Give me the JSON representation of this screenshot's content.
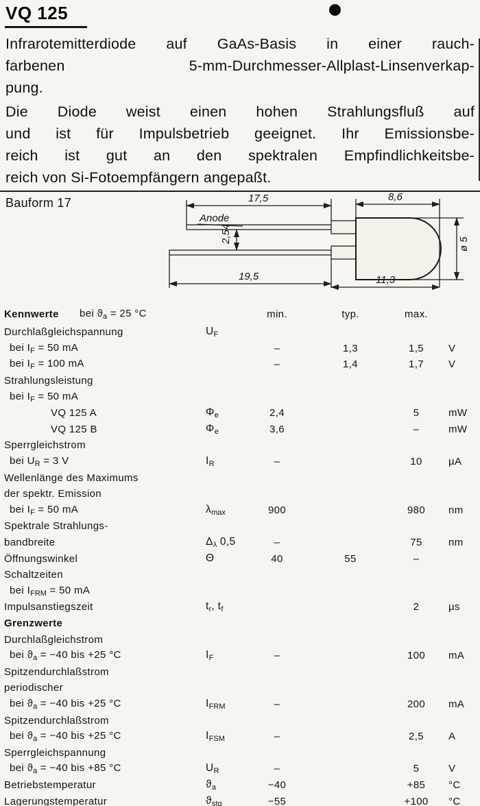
{
  "header": {
    "title": "VQ 125"
  },
  "icons": {
    "corner_dot": "filled-circle-marker"
  },
  "intro": {
    "paragraphs": [
      {
        "lines": [
          "Infrarotemitterdiode auf GaAs-Basis in einer rauch-",
          "farbenen 5-mm-Durchmesser-Allplast-Linsenverkap-",
          "pung."
        ]
      },
      {
        "lines": [
          "Die Diode weist einen hohen Strahlungsfluß auf",
          "und ist für Impulsbetrieb geeignet. Ihr Emissionsbe-",
          "reich ist gut an den spektralen Empfindlichkeitsbe-",
          "reich von Si-Fotoempfängern angepaßt."
        ]
      }
    ]
  },
  "drawing": {
    "caption": "Bauform 17",
    "dims": {
      "w175": "17,5",
      "w86": "8,6",
      "h254": "2,54",
      "w195": "19,5",
      "w113": "11,3",
      "dia": "ø 5",
      "anode": "Anode"
    }
  },
  "table": {
    "header": {
      "section": "Kennwerte",
      "condition": "bei ϑ~a~ = 25 °C",
      "min": "min.",
      "typ": "typ.",
      "max": "max."
    },
    "rows": [
      {
        "label": "Durchlaßgleichspannung",
        "symbol": "U~F~"
      },
      {
        "label": "bei I~F~ = 50 mA",
        "indent": 1,
        "min": "–",
        "typ": "1,3",
        "max": "1,5",
        "unit": "V"
      },
      {
        "label": "bei I~F~ = 100 mA",
        "indent": 1,
        "min": "–",
        "typ": "1,4",
        "max": "1,7",
        "unit": "V"
      },
      {
        "label": "Strahlungsleistung"
      },
      {
        "label": "bei I~F~ = 50 mA",
        "indent": 1
      },
      {
        "label": "VQ 125 A",
        "indent": 2,
        "symbol": "Φ~e~",
        "min": "2,4",
        "max": "5",
        "unit": "mW"
      },
      {
        "label": "VQ 125 B",
        "indent": 2,
        "symbol": "Φ~e~",
        "min": "3,6",
        "max": "–",
        "unit": "mW"
      },
      {
        "label": "Sperrgleichstrom"
      },
      {
        "label": "bei U~R~ = 3 V",
        "indent": 1,
        "symbol": "I~R~",
        "min": "–",
        "max": "10",
        "unit": "µA"
      },
      {
        "label": "Wellenlänge des Maximums"
      },
      {
        "label": "der spektr. Emission"
      },
      {
        "label": "bei I~F~ = 50 mA",
        "indent": 1,
        "symbol": "λ~max~",
        "min": "900",
        "max": "980",
        "unit": "nm"
      },
      {
        "label": "Spektrale Strahlungs-"
      },
      {
        "label": "bandbreite",
        "symbol": "Δ~λ~ 0,5",
        "min": "–",
        "max": "75",
        "unit": "nm"
      },
      {
        "label": "Öffnungswinkel",
        "symbol": "Θ",
        "min": "40",
        "typ": "55",
        "max": "–"
      },
      {
        "label": "Schaltzeiten"
      },
      {
        "label": "bei I~FRM~ = 50 mA",
        "indent": 1
      },
      {
        "label": "Impulsanstiegszeit",
        "symbol": "t~r~, t~f~",
        "max": "2",
        "unit": "µs"
      },
      {
        "label": "Grenzwerte",
        "bold": true
      },
      {
        "label": "Durchlaßgleichstrom"
      },
      {
        "label": "bei ϑ~a~ = −40 bis +25 °C",
        "indent": 1,
        "symbol": "I~F~",
        "min": "–",
        "max": "100",
        "unit": "mA"
      },
      {
        "label": "Spitzendurchlaßstrom"
      },
      {
        "label": "periodischer"
      },
      {
        "label": "bei ϑ~a~ = −40 bis +25 °C",
        "indent": 1,
        "symbol": "I~FRM~",
        "min": "–",
        "max": "200",
        "unit": "mA"
      },
      {
        "label": "Spitzendurchlaßstrom"
      },
      {
        "label": "bei ϑ~a~ = −40 bis +25 °C",
        "indent": 1,
        "symbol": "I~FSM~",
        "min": "–",
        "max": "2,5",
        "unit": "A"
      },
      {
        "label": "Sperrgleichspannung"
      },
      {
        "label": "bei ϑ~a~ = −40 bis +85 °C",
        "indent": 1,
        "symbol": "U~R~",
        "min": "–",
        "max": "5",
        "unit": "V"
      },
      {
        "label": "Betriebstemperatur",
        "symbol": "ϑ~a~",
        "min": "−40",
        "max": "+85",
        "unit": "°C"
      },
      {
        "label": "Lagerungstemperatur",
        "symbol": "ϑ~stg~",
        "min": "−55",
        "max": "+100",
        "unit": "°C"
      }
    ]
  }
}
